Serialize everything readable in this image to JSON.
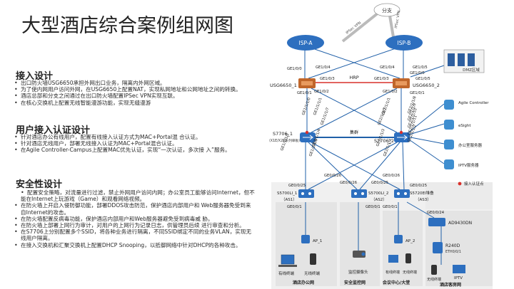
{
  "title": "大型酒店综合案例组网图",
  "sections": [
    {
      "heading": "接入设计",
      "bullets": [
        "出口防火墙USG6650承担外网出口业务，隔离内外网区域。",
        "为了使内网用户访问外网，在USG6650上配置NAT，实现私网地址和公网地址之间的转换。",
        "酒店总部和分支之间通过在出口防火墙配置IPSec VPN实现互联。",
        "在核心交换机上配置无线智能漫游功能，实现无缝漫游"
      ]
    },
    {
      "heading": "用户接入认证设计",
      "bullets": [
        "针对酒店办公有线用户，配置有线接入认证方式为MAC+Portal混 合认证。",
        "针对酒店无线用户，部署无线接入认证为MAC+Portal混合认证。",
        "在Agile Controller-Campus上配置MAC优先认证，实现“一次认证，多次接 入”服务。"
      ]
    },
    {
      "heading": "安全性设计",
      "bullets": [
        "配置安全策略，对流量进行过滤，禁止外网用户访问内网；办公室员工能够访问Internet，但不能在Internet上玩游戏（Game）和观看网络视频。",
        "在防火墙上开启入侵防御功能，部署DDOS攻击防范，保护酒店内部用户和 Web服务器免受到来自Internet的攻击。",
        "在防火墙配置反病毒功能，保护酒店内部用户和Web服务器避免受到病毒威 胁。",
        "在防火墙上部署上网行为审计，对用户的上网行为记录日志，供管理员后续 进行审查和分析。",
        "在S7706上分别配置多个SSID，将各种业务进行隔离，不同SSID绑定不同的业务VLAN，实现无线用户隔离。",
        "在接入交换机和汇聚交换机上配置DHCP Snooping，以抵御网络中针对DHCP的各种攻击。"
      ]
    }
  ],
  "diagram": {
    "cloud_branch": "分支",
    "ipsec_vpn_left": "IPSec VPN",
    "ipsec_vpn_right": "IPSec VPN",
    "isp_a": "ISP-A",
    "isp_b": "ISP-B",
    "dmz": "DMZ区域",
    "fw1": "USG6650_1",
    "fw2": "USG6650_2",
    "hrp": "HRP",
    "core1": "S7706_1",
    "core1_sub": "（X1E/X2E系列单板）",
    "core2": "S7706_2",
    "cluster": "集群",
    "as1": "S5700LI_1",
    "as1_sub": "（AS1）",
    "as2": "S5700LI_2",
    "as2_sub": "（AS2）",
    "as3": "S5720EI堆叠",
    "as3_sub": "（AS3）",
    "agile": "Agile Controller",
    "esight": "eSight",
    "office_server": "办公室服务器",
    "iptv_server": "IPTV服务器",
    "access_point_legend": "接入认证点",
    "ap1": "AP_1",
    "ap2": "AP_2",
    "ac": "AD9430DN",
    "r240": "R240D",
    "eth": "ETH0/0/1",
    "wired_terminal": "有线终端",
    "wireless_terminal": "无线终端",
    "camera": "监控摄像头",
    "iptv": "IPTV",
    "zone1": "酒店办公网",
    "zone2": "安全监控网",
    "zone3": "会议中心/大堂",
    "zone4": "酒店客房网",
    "ports": [
      "GE1/0/0",
      "GE1/0/4",
      "GE1/0/4",
      "GE1/0/5",
      "GE1/0/3",
      "GE1/0/3",
      "GE1/0/5",
      "GE1/0/0",
      "GE1/0/1",
      "GE1/0/2",
      "GE1/0/2",
      "GE1/0/1",
      "GE1/1/1/0",
      "GE1/1/1/1",
      "GE2/1/1/1",
      "GE2/1/1/8",
      "GE2/1/1/9",
      "GE1/1/1/7",
      "GE2/1/1/7",
      "GE2/1/1/10",
      "GE1/1/1/2",
      "GE1/1/1/4",
      "GE2/1/1/3",
      "GE2/1/1/11",
      "GE1/1/1/3",
      "GE2/1/1/4",
      "GE2/1/1/2",
      "GE0/0/25",
      "GE0/0/26",
      "GE0/0/26",
      "GE0/0/25",
      "GE0/0/26",
      "GE0/0/25",
      "GE0/0/1",
      "GE0/0/1",
      "GE0/0/1",
      "GE0/0/24"
    ]
  }
}
